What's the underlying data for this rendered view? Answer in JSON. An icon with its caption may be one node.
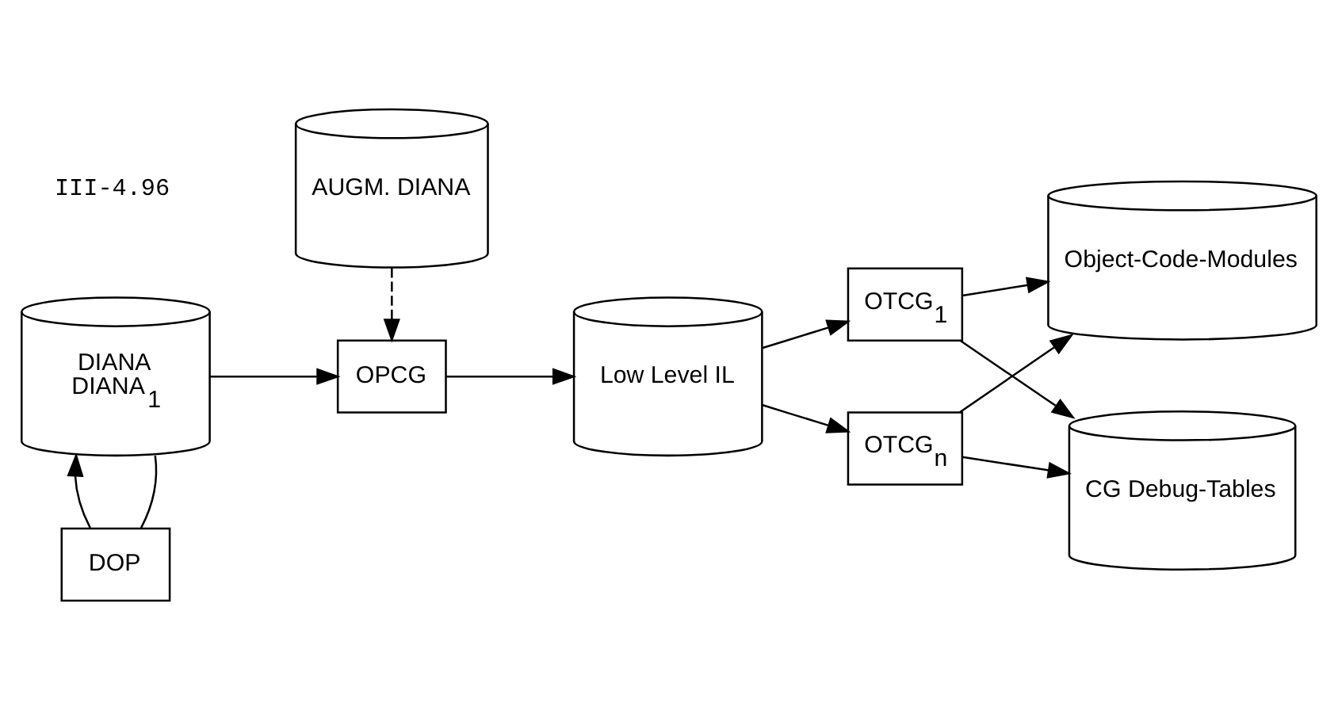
{
  "diagram": {
    "nodes": [
      {
        "text": [
          "DOP"
        ]
      },
      {
        "text": [
          "DIANA",
          "DIANA$_{1}$"
        ]
      },
      {
        "text": [
          "AUGM. DIANA"
        ]
      },
      {
        "text": [
          "OPCG"
        ]
      },
      {
        "text": [
          "Low Level IL"
        ]
      },
      {
        "text": [
          "OTCG$_{1}$"
        ]
      },
      {
        "text": [
          "OTCG$_{n}$"
        ]
      },
      {
        "text": [
          "Object-Code-Modules"
        ]
      },
      {
        "text": [
          "CG Debug-Tables"
        ]
      }
    ],
    "edges": [
      {
        "from": 1,
        "to": 0,
        "arrow": "none"
      },
      {
        "from": 0,
        "to": 1,
        "arrow": "to"
      },
      {
        "from": 1,
        "to": 3,
        "arrow": "to"
      },
      {
        "from": 2,
        "to": 3,
        "arrow": "to",
        "style": "dashed"
      },
      {
        "from": 3,
        "to": 4,
        "arrow": "to"
      },
      {
        "from": 4,
        "to": 5,
        "arrow": "to"
      },
      {
        "from": 4,
        "to": 6,
        "arrow": "to"
      },
      {
        "from": 5,
        "to": 7,
        "arrow": "to"
      },
      {
        "from": 5,
        "to": 8,
        "arrow": "to"
      },
      {
        "from": 6,
        "to": 7,
        "arrow": "to"
      },
      {
        "from": 6,
        "to": 8,
        "arrow": "to"
      }
    ],
    "labels": [
      "III-4.96"
    ]
  }
}
